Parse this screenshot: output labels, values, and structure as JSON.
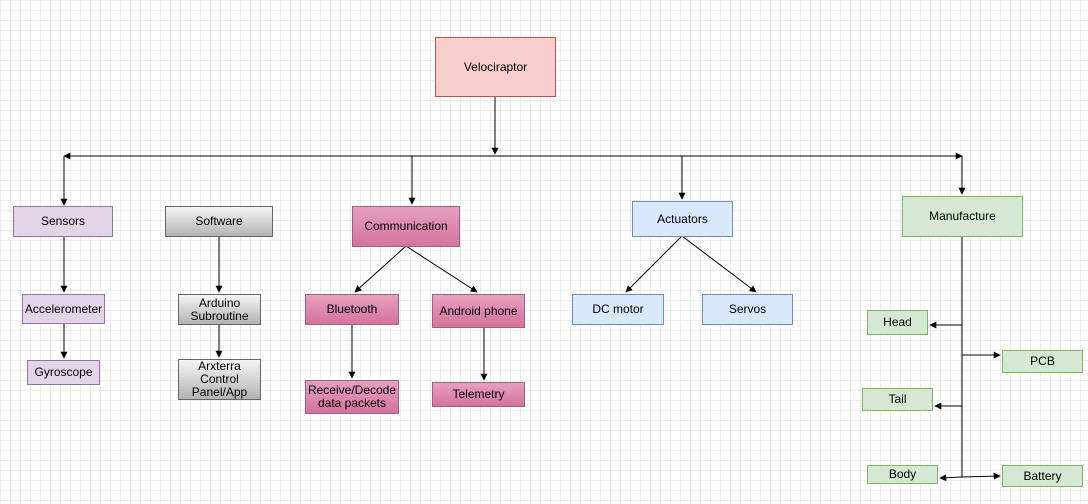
{
  "diagram": {
    "root": "Velociraptor",
    "sensors": {
      "label": "Sensors",
      "children": [
        "Accelerometer",
        "Gyroscope"
      ]
    },
    "software": {
      "label": "Software",
      "children": [
        "Arduino Subroutine",
        "Arxterra Control Panel/App"
      ]
    },
    "communication": {
      "label": "Communication",
      "bluetooth": "Bluetooth",
      "receive": "Receive/Decode data packets",
      "android": "Android phone",
      "telemetry": "Telemetry"
    },
    "actuators": {
      "label": "Actuators",
      "children": [
        "DC motor",
        "Servos"
      ]
    },
    "manufacture": {
      "label": "Manufacture",
      "children": [
        "Head",
        "PCB",
        "Tail",
        "Body",
        "Battery"
      ]
    }
  },
  "colors": {
    "line": "#000000",
    "root_fill": "#f8cecc",
    "sensors_fill": "#e1d5e7",
    "software_fill": "#cccccc",
    "communication_fill": "#d5739d",
    "actuators_fill": "#dae8fc",
    "manufacture_fill": "#d5e8d4"
  }
}
